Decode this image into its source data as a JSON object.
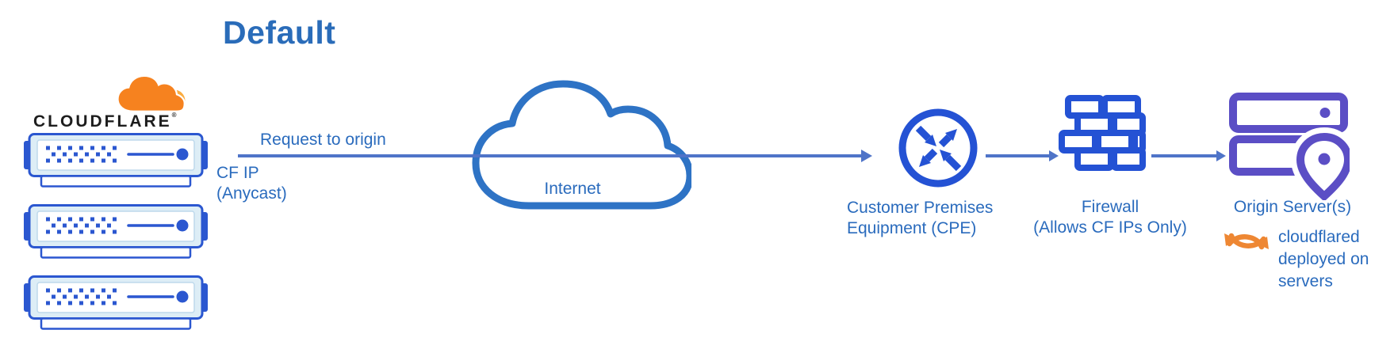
{
  "title": "Default",
  "cloudflare": {
    "wordmark": "CLOUDFLARE",
    "registered": "®"
  },
  "flow": {
    "request_label": "Request to origin",
    "source_label_line1": "CF IP",
    "source_label_line2": "(Anycast)"
  },
  "nodes": {
    "internet": {
      "label": "Internet"
    },
    "cpe": {
      "label_line1": "Customer Premises",
      "label_line2": "Equipment (CPE)"
    },
    "firewall": {
      "label_line1": "Firewall",
      "label_line2": "(Allows CF IPs Only)"
    },
    "origin": {
      "label": "Origin Server(s)",
      "note_line1": "cloudflared",
      "note_line2": "deployed on",
      "note_line3": "servers"
    }
  },
  "icons": {
    "cloudflare_logo": "cloudflare-cloud-icon",
    "server_stack": "server-rack-icon",
    "internet": "cloud-icon",
    "cpe": "router-arrows-icon",
    "firewall": "brick-wall-icon",
    "origin": "server-with-location-pin-icon",
    "cloudflared": "sync-arrows-icon"
  },
  "colors": {
    "title_blue": "#2a6cb9",
    "label_blue": "#2a6bbd",
    "arrow_blue": "#4f74c8",
    "icon_blue": "#2452d4",
    "cloud_stroke_blue": "#2e73c5",
    "server_blue": "#2b57d0",
    "server_fill": "#ddedf6",
    "origin_purple": "#5b4ec5",
    "sync_orange": "#ee8733",
    "cf_orange": "#f6821f",
    "cf_orange_light": "#fbad41",
    "wordmark_black": "#1d1d1d"
  }
}
